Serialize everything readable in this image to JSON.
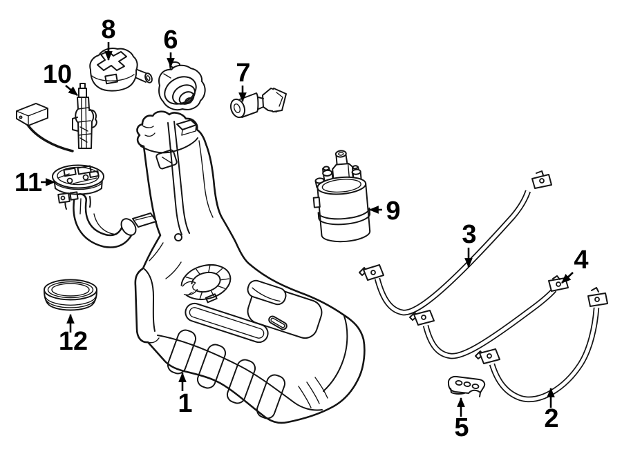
{
  "figure": {
    "background": "#ffffff",
    "line_color": "#141414",
    "text_color": "#000000",
    "callouts": [
      {
        "number": "1"
      },
      {
        "number": "2"
      },
      {
        "number": "3"
      },
      {
        "number": "4"
      },
      {
        "number": "5"
      },
      {
        "number": "6"
      },
      {
        "number": "7"
      },
      {
        "number": "8"
      },
      {
        "number": "9"
      },
      {
        "number": "10"
      },
      {
        "number": "11"
      },
      {
        "number": "12"
      }
    ]
  }
}
